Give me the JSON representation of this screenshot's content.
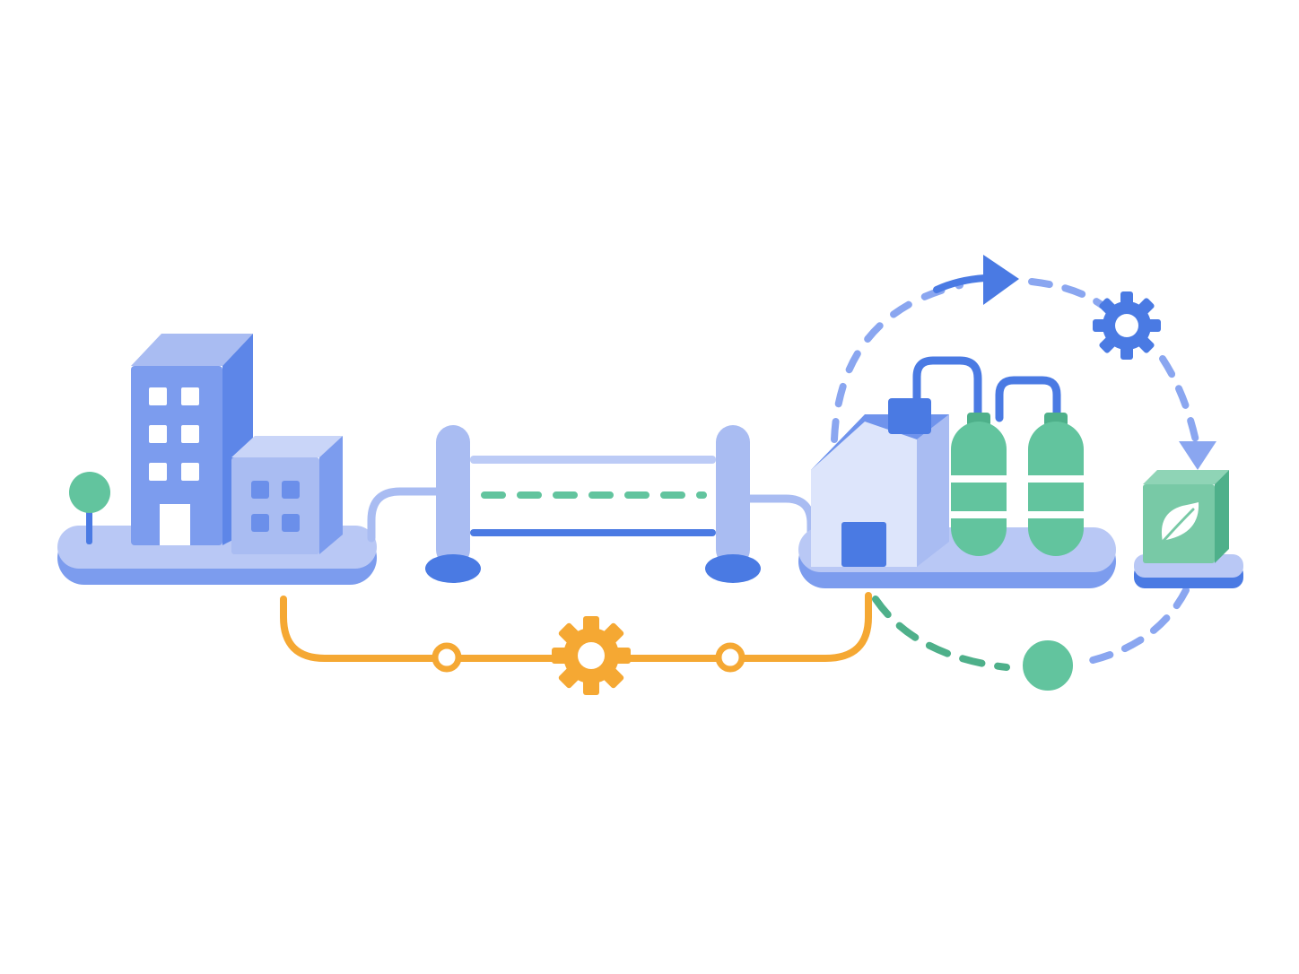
{
  "diagram": {
    "text_labels": [],
    "nodes": [
      {
        "id": "city",
        "kind": "city-buildings"
      },
      {
        "id": "bridge",
        "kind": "transfer-bridge"
      },
      {
        "id": "plant",
        "kind": "processing-plant-with-tanks"
      },
      {
        "id": "product",
        "kind": "eco-product-box"
      }
    ],
    "connectors": [
      {
        "from": "city",
        "to": "bridge",
        "style": "solid",
        "color": "#a9bcf2"
      },
      {
        "from": "bridge",
        "to": "plant",
        "style": "solid",
        "color": "#a9bcf2"
      },
      {
        "from": "city",
        "to": "plant",
        "style": "solid-underpass",
        "color": "#f5a833"
      },
      {
        "from": "plant",
        "to": "product",
        "style": "dashed-cycle",
        "color": "#8aa6f0"
      }
    ]
  },
  "colors": {
    "blue_primary": "#4a7ae3",
    "blue_mid": "#7c9cee",
    "blue_light": "#a9bcf2",
    "blue_pale": "#dde5fb",
    "green": "#62c49e",
    "green_dark": "#4eb08a",
    "orange": "#f5a833",
    "white": "#ffffff"
  },
  "icons": [
    "gear-icon",
    "gear-icon",
    "leaf-icon",
    "arrow-right-icon",
    "arrow-down-icon",
    "tree-icon"
  ]
}
